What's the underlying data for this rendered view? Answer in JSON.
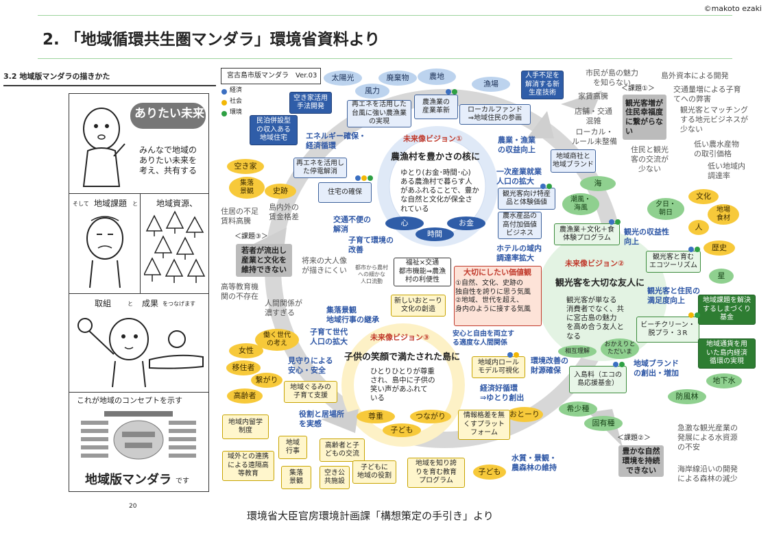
{
  "copyright": "©makoto ezaki",
  "page_title": "2. 「地域循環共生圏マンダラ」環境省資料より",
  "source_caption": "環境省大臣官房環境計画課「構想策定の手引き」より",
  "page_number": "20",
  "left_panel": {
    "section_heading": "3.2 地域版マンダラの描きかた",
    "speech": "ありたい未来",
    "cell1_text": "みんなで地域の\nありたい未来を\n考え、共有する",
    "cell2_prefix": "そして",
    "cell2_label1": "地域課題",
    "cell2_to": "と",
    "cell2_label2": "地域資源、",
    "cell3_label1": "取組",
    "cell3_and": "と",
    "cell3_label2": "成果",
    "cell3_suffix": "をつなげます",
    "cell4_caption": "これが地域のコンセプトを示す",
    "cell4_big": "地域版マンダラ",
    "cell4_suffix": "です"
  },
  "legend": {
    "title": "宮古島市版マンダラ　Ver.03",
    "items": [
      "経済",
      "社会",
      "環境"
    ],
    "colors": [
      "#3b6fc1",
      "#f2b705",
      "#2ea043"
    ]
  },
  "visions": [
    {
      "heading": "未来像ビジョン①",
      "title": "農漁村を豊かさの核に",
      "body": "ゆとり(お金･時間･心)\nある農漁村で暮らす人\nがあふれることで、豊か\nな自然と文化が保全さ\nれている",
      "pills": [
        "心",
        "お金",
        "時間"
      ]
    },
    {
      "heading": "未来像ビジョン②",
      "title": "観光客を大切な友人に",
      "body": "観光客が単なる\n消費者でなく、共\nに宮古島の魅力\nを高め合う友人と\nなる",
      "pills": [
        "相互理解",
        "おかえりと\nただいま"
      ]
    },
    {
      "heading": "未来像ビジョン③",
      "title": "子供の笑顔で満たされた島に",
      "body": "ひとりひとりが尊重\nされ、島中に子供の\n笑い声があふれて\nいる",
      "pills": [
        "尊重",
        "つながり",
        "子ども"
      ]
    }
  ],
  "center_values": {
    "heading": "大切にしたい価値観",
    "body": "①自然、文化、史跡の\n独自性を誇りに思う気風\n②地域、世代を超え、\n身内のように接する気風"
  },
  "issues": [
    {
      "label": "＜課題①＞",
      "text": "観光客増が\n住民幸福度\nに繋がらな\nい"
    },
    {
      "label": "＜課題②＞",
      "text": "豊かな自然\n環境を持続\nできない"
    },
    {
      "label": "＜課題③＞",
      "text": "若者が流出し\n産業と文化を\n維持できない"
    }
  ],
  "resources_blue": [
    "太陽光",
    "廃棄物",
    "農地",
    "風力",
    "漁場"
  ],
  "resources_yellow": [
    "空き家",
    "集落\n景観",
    "史跡",
    "女性",
    "移住者",
    "繋がり",
    "高齢者",
    "働く世代\nの考え",
    "文化",
    "地場\n食材",
    "人",
    "歴史",
    "おとーり",
    "子ども"
  ],
  "resources_green": [
    "海",
    "潮風・\n海風",
    "夕日・\n朝日",
    "星",
    "地下水",
    "防風林",
    "希少種",
    "固有種"
  ],
  "boxes_blue": [
    "人手不足を\n解消する新\n生産技術",
    "空き家活用\n手法開発",
    "民泊併設型\nの収入ある\n地域住宅",
    "再エネを活用し\nた停電解消",
    "住宅の確保"
  ],
  "boxes_mid": [
    "再エネを活用した\n台風に強い農漁業\nの実現",
    "農漁業の\n産業革新",
    "ローカルファンド\n⇒地域住民の参画",
    "地域商社と\n地域ブランド",
    "観光客向け特産\n品と体験価値",
    "農水産品の\n高付加価値\nビジネス",
    "農漁業＋文化＋食\n体験プログラム",
    "観光客と育む\nエコツーリズム",
    "ビーチクリーン・\n脱プラ・３R",
    "入島料（エコの\n島応援基金）",
    "福祉×交通\n都市機能⇒農漁\n村の利便性",
    "新しいおとーり\n文化の創造",
    "地域内ロール\nモデル可視化",
    "地域ぐるみの\n子育て支援",
    "情報格差を無\nくすプラット\nフォーム",
    "地域内留学\n制度",
    "地域\n行事",
    "高齢者と子\nどもの交流",
    "域外との連携\nによる遠隔高\n等教育",
    "集落\n景観",
    "空き公\n共施設",
    "子どもに\n地域の役割",
    "地域を知り誇\nりを育む教育\nプログラム"
  ],
  "boxes_dark": [
    "地域課題を解決\nするしまづくり\n基金",
    "地域通貨を用\nいた島内経済\n循環の実現"
  ],
  "blue_texts": [
    "エネルギー確保・\n経済循環",
    "農業・漁業\nの収益向上",
    "一次産業就業\n人口の拡大",
    "交通不便の\n解消",
    "子育て環境の\n改善",
    "ホテルの域内\n調達率拡大",
    "観光の収益性\n向上",
    "観光客と住民の\n満足度向上",
    "集落景観\n地域行事の継承",
    "子育て世代\n人口の拡大",
    "安心と自由を両立す\nる適度な人間関係",
    "見守りによる\n安心・安全",
    "環境改善の\n財源確保",
    "地域ブランド\nの創出・増加",
    "経済好循環\n⇒ゆとり創出",
    "役割と居場所\nを実感",
    "水質・景観・\n農森林の維持"
  ],
  "grey_texts": [
    "市民が島の魅力\nを知らない",
    "島外資本による開発",
    "交通量増による子育\nてへの弊害",
    "家賃高騰",
    "観光客とマッチング\nする地元ビジネスが\n少ない",
    "店舗・交通\n混雑",
    "ローカル・\nルール未整備",
    "住民と観光\n客の交流が\n少ない",
    "低い農水産物\nの取引価格",
    "低い地域内\n調達率",
    "住居の不足\n賃料高騰",
    "島内外の\n賃金格差",
    "将来の大人像\nが描きにくい",
    "都市から農村\nへの細かな\n人口流動",
    "高等教育機\n関の不存在",
    "人間関係が\n濃すぎる",
    "急激な観光産業の\n発展による水資源\nの不安",
    "海岸線沿いの開発\nによる森林の減少"
  ]
}
